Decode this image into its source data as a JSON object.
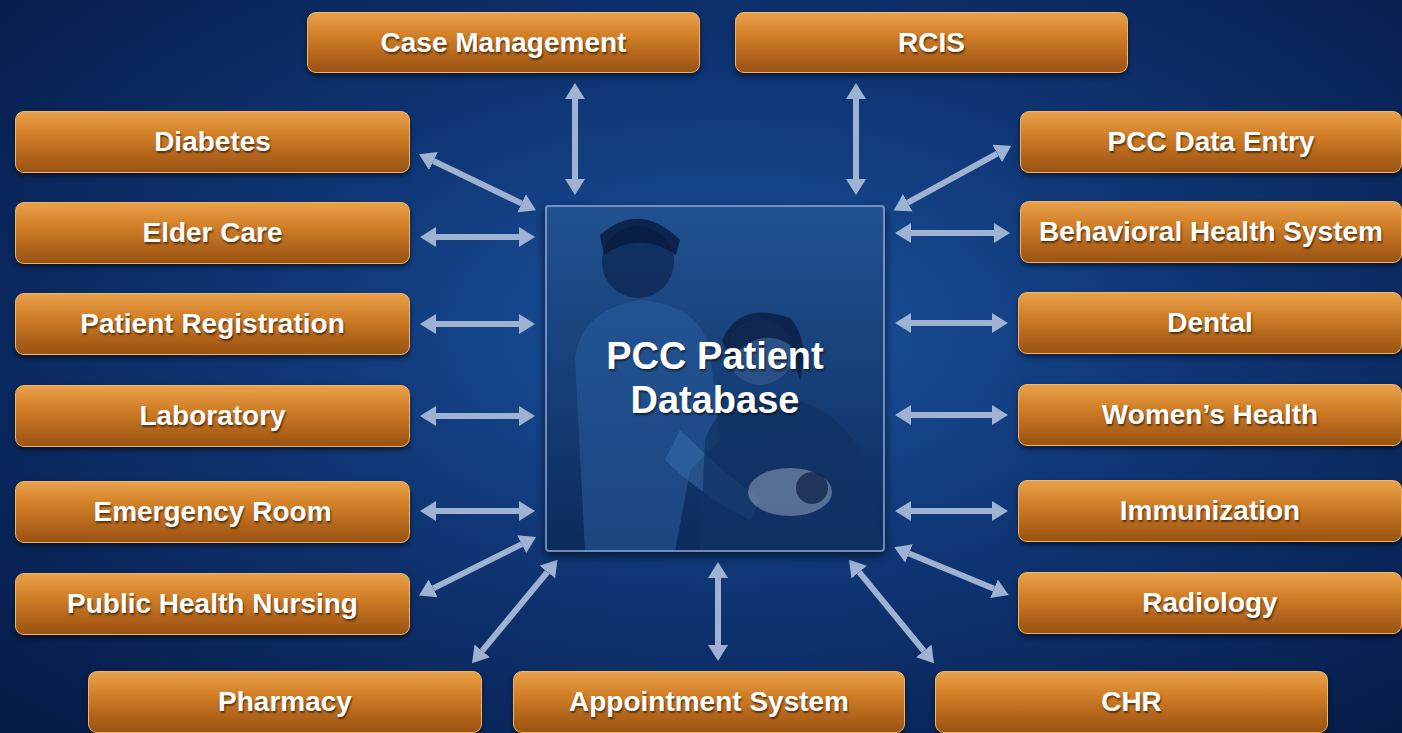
{
  "diagram": {
    "nodes": [
      {
        "text": [
          "Case Management"
        ]
      },
      {
        "text": [
          "RCIS"
        ]
      },
      {
        "text": [
          "Diabetes"
        ]
      },
      {
        "text": [
          "PCC Data Entry"
        ]
      },
      {
        "text": [
          "Elder Care"
        ]
      },
      {
        "text": [
          "Behavioral Health System"
        ]
      },
      {
        "text": [
          "Patient Registration"
        ]
      },
      {
        "text": [
          "PCC Patient Database"
        ]
      },
      {
        "text": [
          "Dental"
        ]
      },
      {
        "text": [
          "Laboratory"
        ]
      },
      {
        "text": [
          "Women’s Health"
        ]
      },
      {
        "text": [
          "Emergency Room"
        ]
      },
      {
        "text": [
          "Immunization"
        ]
      },
      {
        "text": [
          "Public Health Nursing"
        ]
      },
      {
        "text": [
          "Radiology"
        ]
      },
      {
        "text": [
          "Pharmacy"
        ]
      },
      {
        "text": [
          "Appointment System"
        ]
      },
      {
        "text": [
          "CHR"
        ]
      }
    ],
    "edges": [
      {
        "from": 7,
        "to": 0,
        "arrow": "both"
      },
      {
        "from": 7,
        "to": 1,
        "arrow": "both"
      },
      {
        "from": 7,
        "to": 2,
        "arrow": "both"
      },
      {
        "from": 7,
        "to": 3,
        "arrow": "both"
      },
      {
        "from": 7,
        "to": 4,
        "arrow": "both"
      },
      {
        "from": 7,
        "to": 5,
        "arrow": "both"
      },
      {
        "from": 7,
        "to": 6,
        "arrow": "both"
      },
      {
        "from": 7,
        "to": 8,
        "arrow": "both"
      },
      {
        "from": 7,
        "to": 9,
        "arrow": "both"
      },
      {
        "from": 7,
        "to": 10,
        "arrow": "both"
      },
      {
        "from": 7,
        "to": 11,
        "arrow": "both"
      },
      {
        "from": 7,
        "to": 12,
        "arrow": "both"
      },
      {
        "from": 7,
        "to": 13,
        "arrow": "both"
      },
      {
        "from": 7,
        "to": 14,
        "arrow": "both"
      },
      {
        "from": 7,
        "to": 15,
        "arrow": "both"
      },
      {
        "from": 7,
        "to": 16,
        "arrow": "both"
      },
      {
        "from": 7,
        "to": 17,
        "arrow": "both"
      }
    ]
  }
}
